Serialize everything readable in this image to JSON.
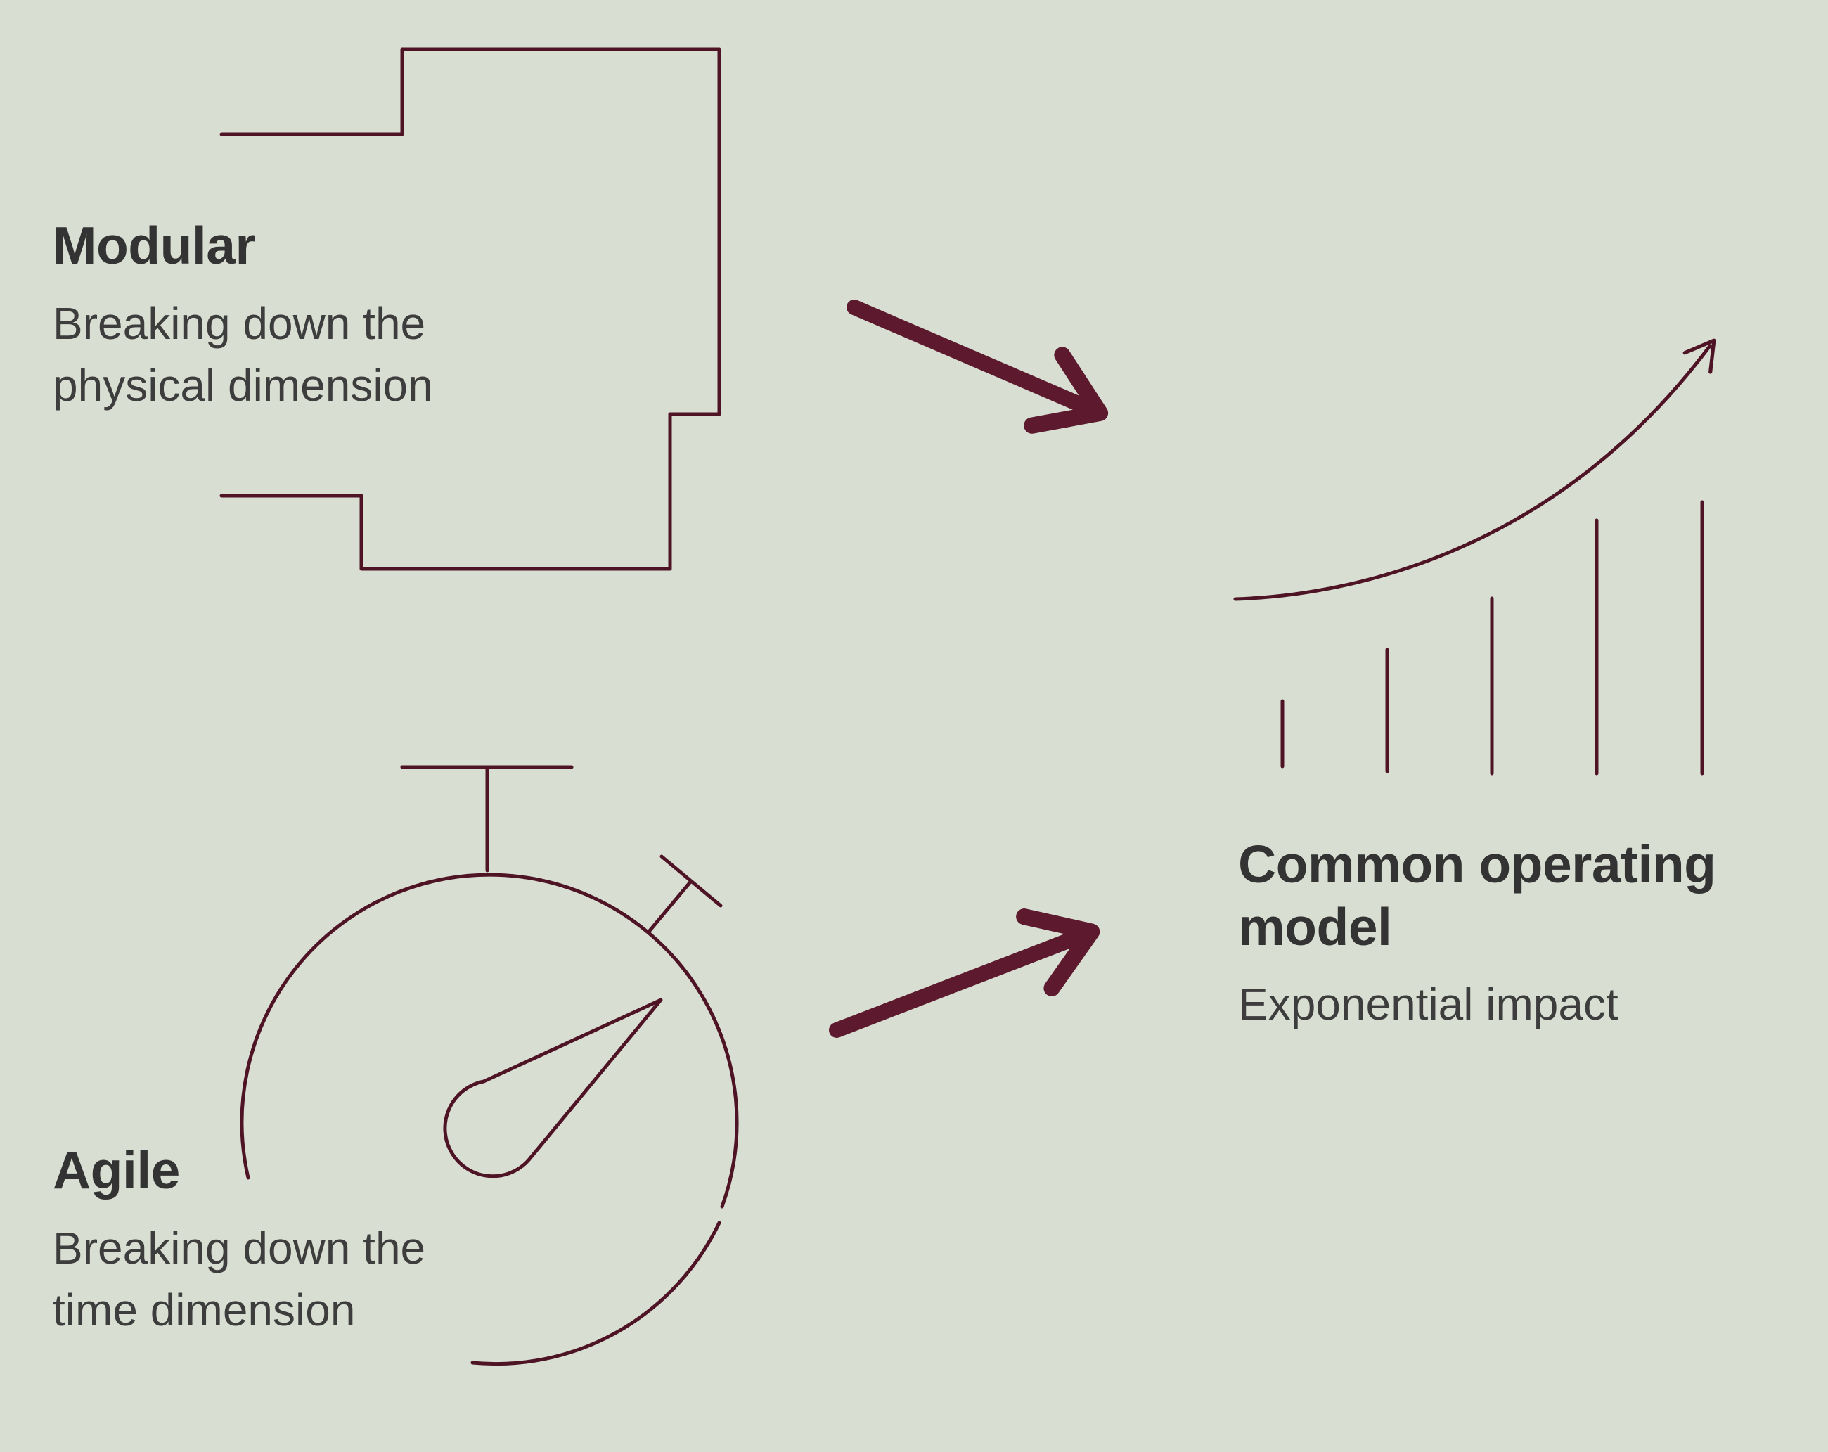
{
  "colors": {
    "bg": "#d8dfd2",
    "line": "#4e1426",
    "arrow": "#5d1a2e",
    "text": "#333333"
  },
  "modular": {
    "title": "Modular",
    "subtitle": "Breaking down the physical dimension",
    "icon": "module-outline-icon"
  },
  "agile": {
    "title": "Agile",
    "subtitle": "Breaking down the time dimension",
    "icon": "stopwatch-icon"
  },
  "outcome": {
    "title": "Common operating model",
    "subtitle": "Exponential impact",
    "icon": "growth-chart-icon"
  },
  "connectors": {
    "top_arrow": "arrow-right-icon",
    "bottom_arrow": "arrow-right-icon"
  }
}
